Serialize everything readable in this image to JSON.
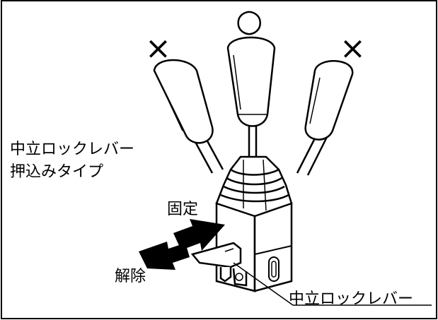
{
  "marks": {
    "ok": "○",
    "ng_left": "×",
    "ng_right": "×"
  },
  "labels": {
    "lever_type_line1": "中立ロックレバー",
    "lever_type_line2": "押込みタイプ",
    "fixed": "固定",
    "release": "解除",
    "callout": "中立ロックレバー"
  }
}
